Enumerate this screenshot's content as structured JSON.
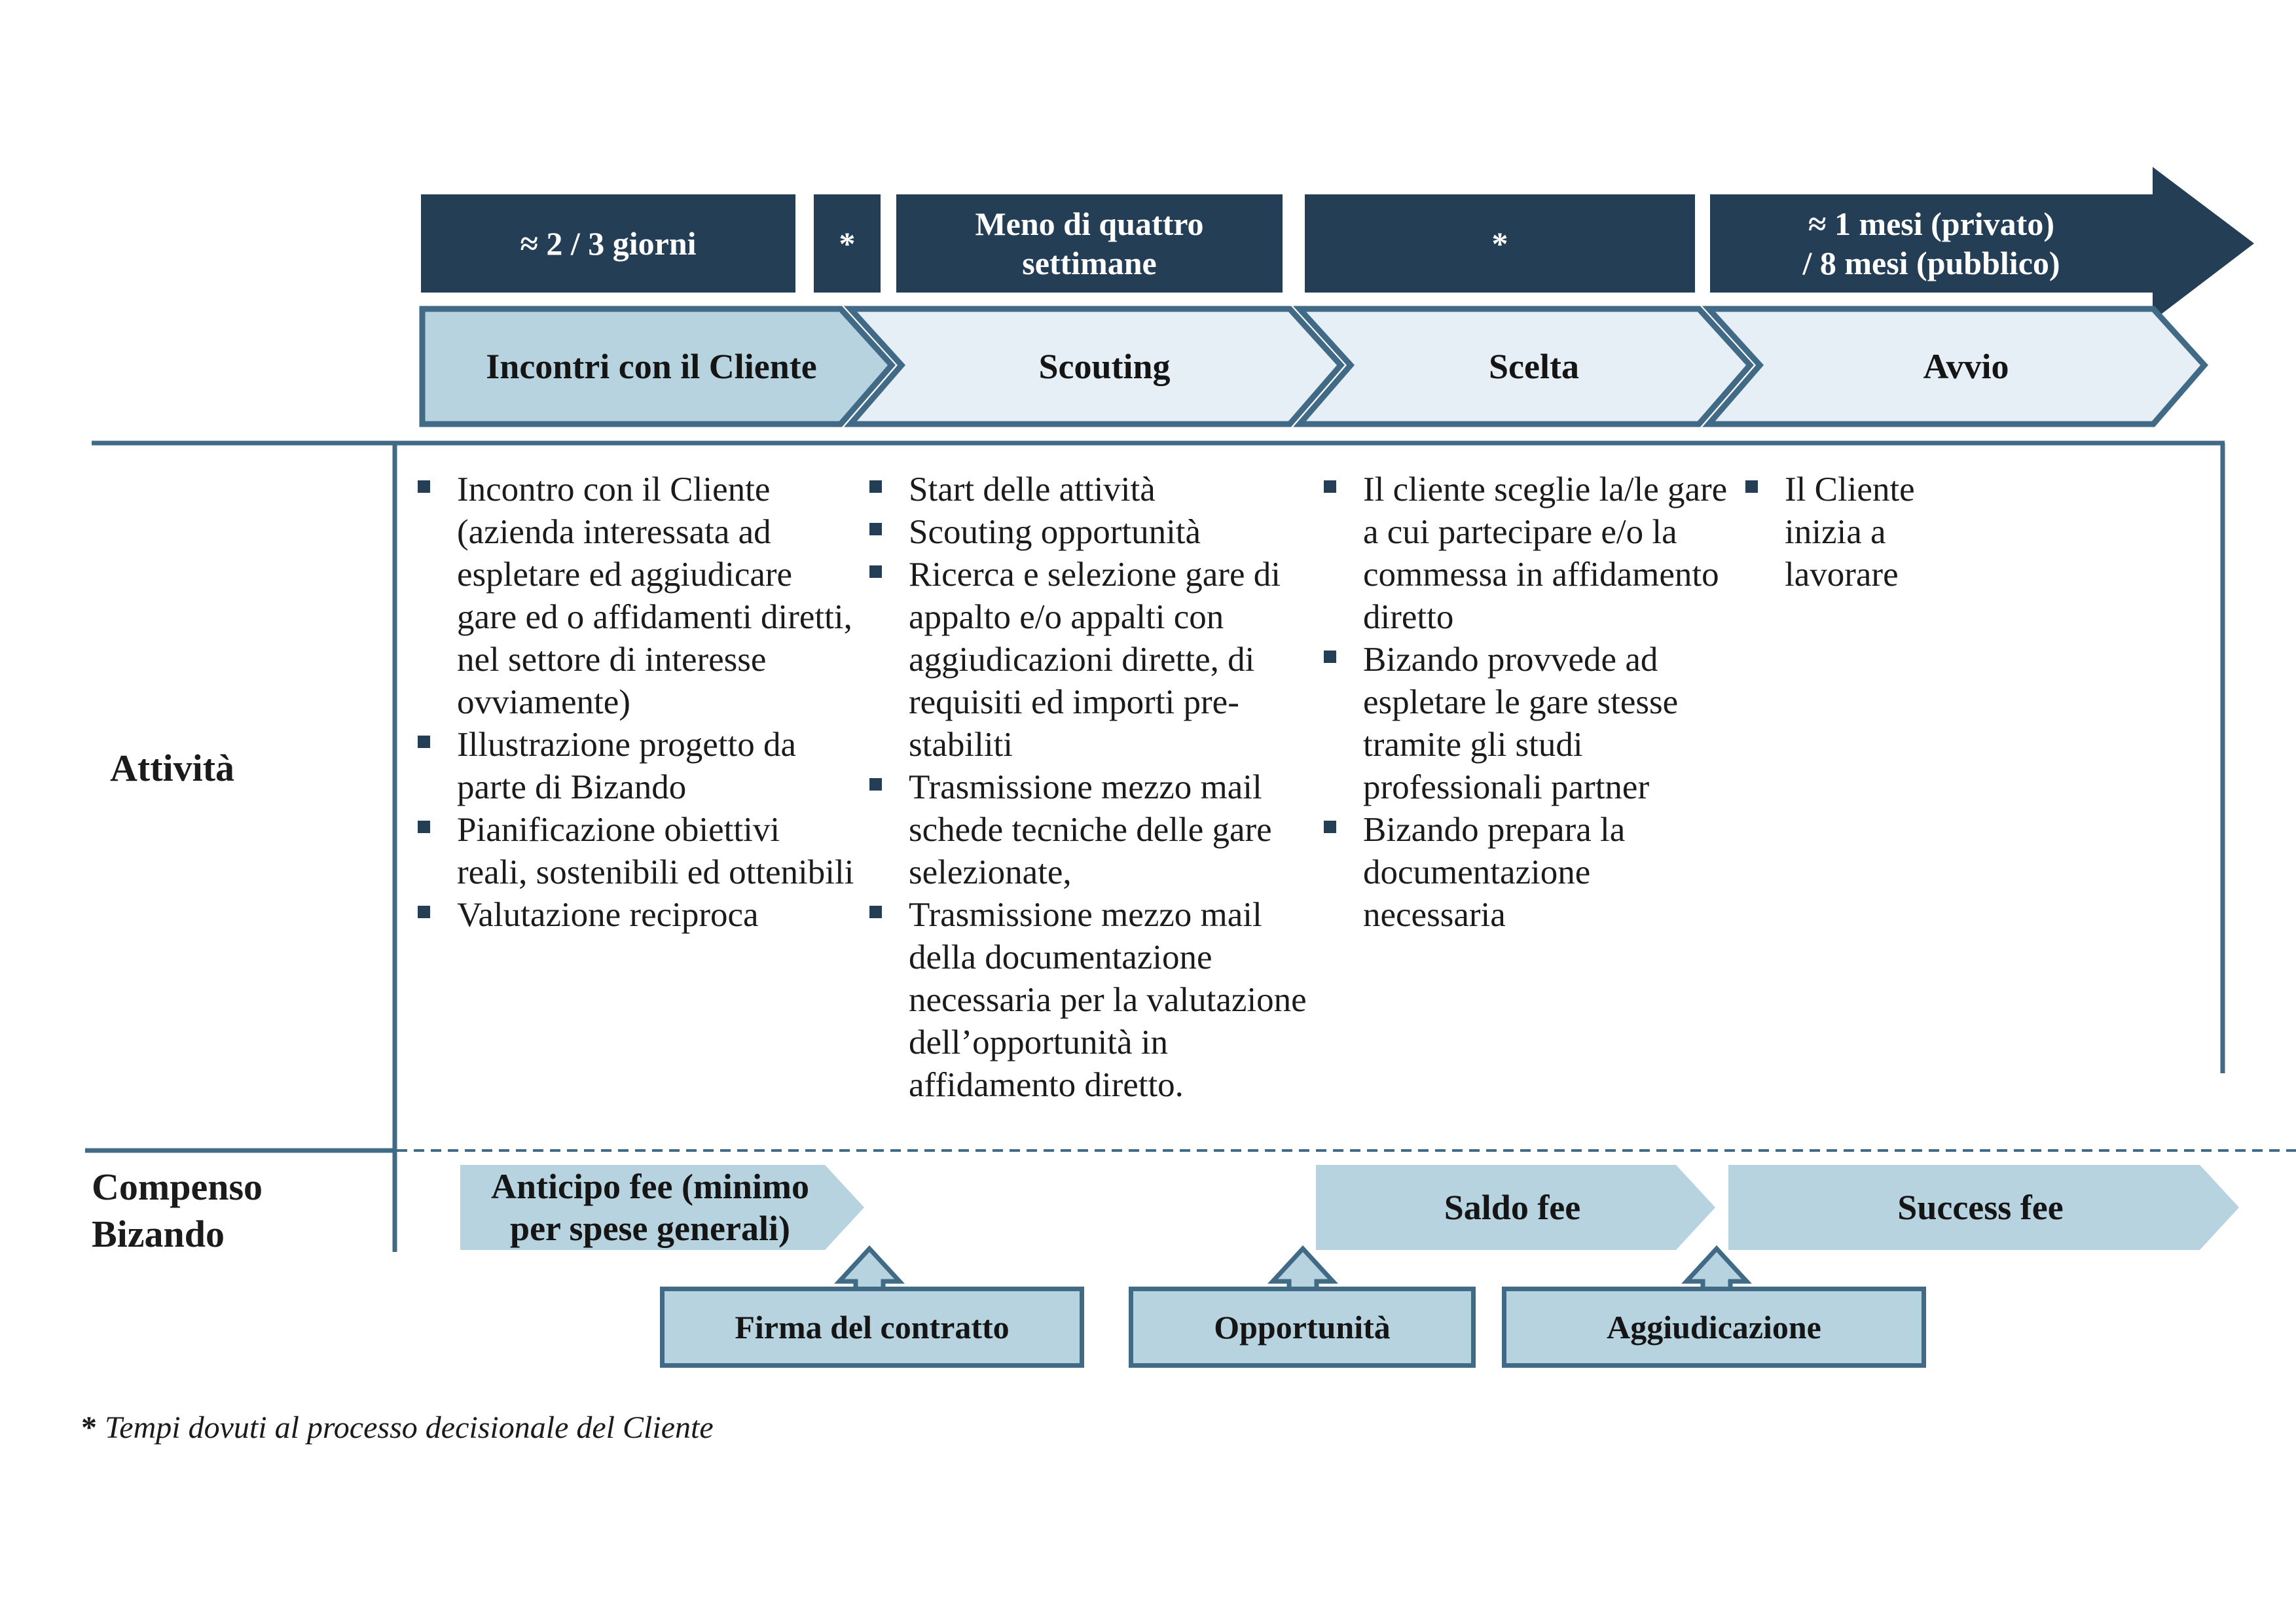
{
  "timeline": {
    "durations": [
      "≈ 2 / 3 giorni",
      "*",
      "Meno di quattro\nsettimane",
      "*",
      "≈ 1 mesi (privato)\n/ 8 mesi (pubblico)"
    ]
  },
  "phases": [
    "Incontri con il Cliente",
    "Scouting",
    "Scelta",
    "Avvio"
  ],
  "rows": {
    "activities_label": "Attività",
    "compensation_label": "Compenso\nBizando"
  },
  "activities": {
    "incontri": [
      "Incontro con il Cliente (azienda interessata ad espletare ed aggiudicare gare ed o affidamenti diretti, nel settore di interesse ovviamente)",
      "Illustrazione progetto da parte di Bizando",
      "Pianificazione obiettivi reali, sostenibili ed ottenibili",
      "Valutazione reciproca"
    ],
    "scouting": [
      "Start delle attività",
      "Scouting opportunità",
      "Ricerca e selezione gare di appalto e/o appalti con aggiudicazioni dirette, di requisiti ed importi pre-stabiliti",
      "Trasmissione mezzo mail schede tecniche delle gare selezionate,",
      "Trasmissione mezzo mail della documentazione necessaria per la valutazione dell’opportunità in affidamento diretto."
    ],
    "scelta": [
      "Il cliente sceglie la/le gare a cui partecipare e/o la commessa in affidamento diretto",
      "Bizando provvede ad espletare le gare stesse tramite gli studi professionali partner",
      "Bizando prepara la documentazione necessaria"
    ],
    "avvio": [
      "Il Cliente inizia a lavorare"
    ]
  },
  "fees": [
    "Anticipo fee (minimo\nper spese generali)",
    "Saldo fee",
    "Success fee"
  ],
  "milestones": [
    "Firma del contratto",
    "Opportunità",
    "Aggiudicazione"
  ],
  "footnote": {
    "star": "*",
    "text": "Tempi dovuti al processo decisionale del Cliente"
  },
  "colors": {
    "dark_navy": "#243f55",
    "border_blue": "#416a86",
    "light_blue": "#b7d3df",
    "pale_blue": "#e6eef6",
    "fee_blue": "#b7d3df"
  }
}
